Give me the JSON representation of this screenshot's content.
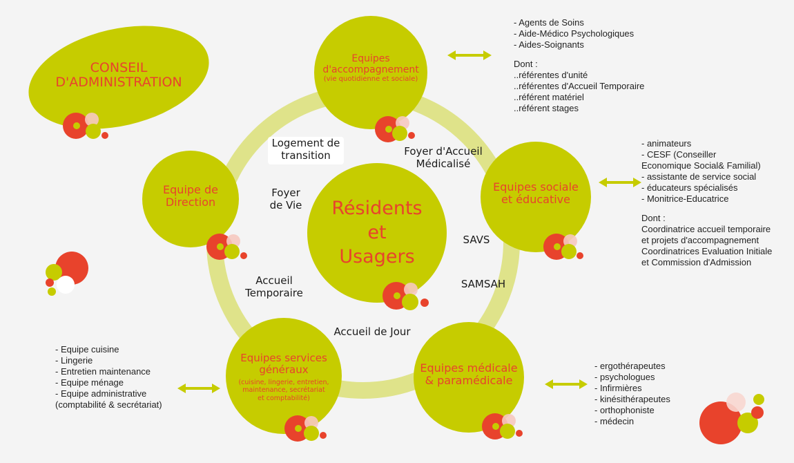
{
  "colors": {
    "lime": "#c6cc00",
    "ring": "#dfe38a",
    "red": "#e8432c",
    "arrow": "#c6cc00"
  },
  "center": {
    "line1": "Résidents",
    "line2": "et",
    "line3": "Usagers"
  },
  "conseil": {
    "line1": "CONSEIL",
    "line2": "D'ADMINISTRATION"
  },
  "nodes": {
    "accompagnement": {
      "line1": "Equipes",
      "line2": "d'accompagnement",
      "line3": "(vie quotidienne et sociale)"
    },
    "direction": {
      "line1": "Equipe de",
      "line2": "Direction"
    },
    "sociale": {
      "line1": "Equipes sociale",
      "line2": "et éducative"
    },
    "services": {
      "line1": "Equipes  services",
      "line2": "généraux",
      "detail": [
        "(cuisine, lingerie, entretien,",
        "maintenance, secrétariat",
        "et comptabilité)"
      ]
    },
    "medicale": {
      "line1": "Equipes médicale",
      "line2": "& paramédicale"
    }
  },
  "ring_labels": {
    "logement": [
      "Logement de",
      "transition"
    ],
    "fam": [
      "Foyer d'Accueil",
      "Médicalisé"
    ],
    "foyer_vie": [
      "Foyer",
      "de Vie"
    ],
    "savs": "SAVS",
    "samsah": "SAMSAH",
    "accueil_temp": [
      "Accueil",
      "Temporaire"
    ],
    "accueil_jour": "Accueil de Jour"
  },
  "lists": {
    "accompagnement": {
      "items": [
        "- Agents de Soins",
        "- Aide-Médico Psychologiques",
        "- Aides-Soignants"
      ],
      "dont_title": "Dont :",
      "dont_items": [
        "..référentes d'unité",
        "..référentes d'Accueil Temporaire",
        "..référent matériel",
        "..référent stages"
      ]
    },
    "sociale": {
      "items": [
        "- animateurs",
        "- CESF (Conseiller",
        "Economique Social& Familial)",
        "- assistante de service social",
        "- éducateurs spécialisés",
        "- Monitrice-Educatrice"
      ],
      "dont_title": "Dont :",
      "dont_items": [
        "Coordinatrice accueil temporaire",
        "et projets d'accompagnement",
        "Coordinatrices Evaluation Initiale",
        "et Commission d'Admission"
      ]
    },
    "services": {
      "items": [
        "- Equipe cuisine",
        "- Lingerie",
        "- Entretien maintenance",
        "- Equipe ménage",
        "- Equipe administrative",
        "(comptabilité & secrétariat)"
      ]
    },
    "medicale": {
      "items": [
        "- ergothérapeutes",
        "- psychologues",
        "- Infirmières",
        "- kinésithérapeutes",
        "- orthophoniste",
        "- médecin"
      ]
    }
  },
  "icons": [
    "double-arrow-icon",
    "dots-cluster-icon"
  ]
}
